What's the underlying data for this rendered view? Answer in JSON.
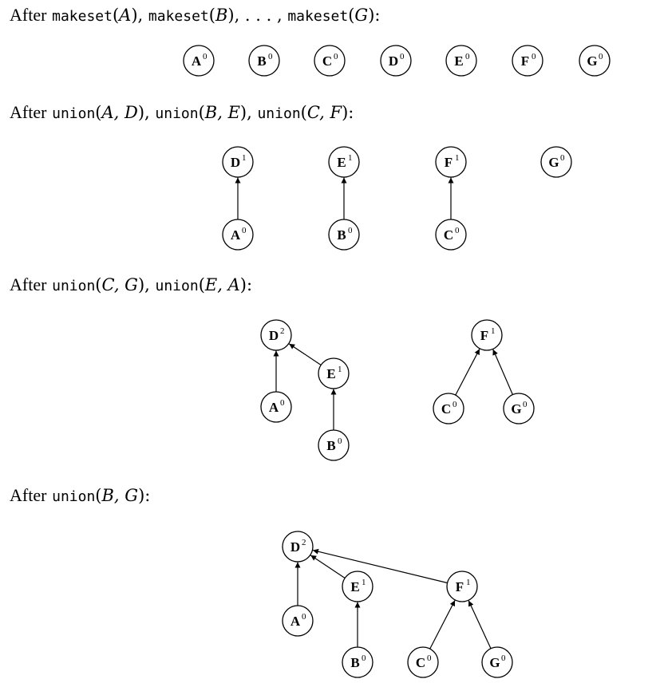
{
  "captions": [
    {
      "after": "After",
      "parts": [
        {
          "k": "tt",
          "t": "makeset"
        },
        {
          "k": "rm",
          "t": "("
        },
        {
          "k": "it",
          "t": "A"
        },
        {
          "k": "rm",
          "t": "), "
        },
        {
          "k": "tt",
          "t": "makeset"
        },
        {
          "k": "rm",
          "t": "("
        },
        {
          "k": "it",
          "t": "B"
        },
        {
          "k": "rm",
          "t": "), . . . , "
        },
        {
          "k": "tt",
          "t": "makeset"
        },
        {
          "k": "rm",
          "t": "("
        },
        {
          "k": "it",
          "t": "G"
        },
        {
          "k": "rm",
          "t": "):"
        }
      ]
    },
    {
      "after": "After",
      "parts": [
        {
          "k": "tt",
          "t": "union"
        },
        {
          "k": "rm",
          "t": "("
        },
        {
          "k": "it",
          "t": "A, D"
        },
        {
          "k": "rm",
          "t": "), "
        },
        {
          "k": "tt",
          "t": "union"
        },
        {
          "k": "rm",
          "t": "("
        },
        {
          "k": "it",
          "t": "B, E"
        },
        {
          "k": "rm",
          "t": "), "
        },
        {
          "k": "tt",
          "t": "union"
        },
        {
          "k": "rm",
          "t": "("
        },
        {
          "k": "it",
          "t": "C, F"
        },
        {
          "k": "rm",
          "t": "):"
        }
      ]
    },
    {
      "after": "After",
      "parts": [
        {
          "k": "tt",
          "t": "union"
        },
        {
          "k": "rm",
          "t": "("
        },
        {
          "k": "it",
          "t": "C, G"
        },
        {
          "k": "rm",
          "t": "), "
        },
        {
          "k": "tt",
          "t": "union"
        },
        {
          "k": "rm",
          "t": "("
        },
        {
          "k": "it",
          "t": "E, A"
        },
        {
          "k": "rm",
          "t": "):"
        }
      ]
    },
    {
      "after": "After",
      "parts": [
        {
          "k": "tt",
          "t": "union"
        },
        {
          "k": "rm",
          "t": "("
        },
        {
          "k": "it",
          "t": "B, G"
        },
        {
          "k": "rm",
          "t": "):"
        }
      ]
    }
  ],
  "stages": [
    {
      "nodes": [
        {
          "id": "A",
          "label": "A",
          "rank": "0"
        },
        {
          "id": "B",
          "label": "B",
          "rank": "0"
        },
        {
          "id": "C",
          "label": "C",
          "rank": "0"
        },
        {
          "id": "D",
          "label": "D",
          "rank": "0"
        },
        {
          "id": "E",
          "label": "E",
          "rank": "0"
        },
        {
          "id": "F",
          "label": "F",
          "rank": "0"
        },
        {
          "id": "G",
          "label": "G",
          "rank": "0"
        }
      ],
      "edges": []
    },
    {
      "nodes": [
        {
          "id": "D",
          "label": "D",
          "rank": "1"
        },
        {
          "id": "E",
          "label": "E",
          "rank": "1"
        },
        {
          "id": "F",
          "label": "F",
          "rank": "1"
        },
        {
          "id": "G",
          "label": "G",
          "rank": "0"
        },
        {
          "id": "A",
          "label": "A",
          "rank": "0"
        },
        {
          "id": "B",
          "label": "B",
          "rank": "0"
        },
        {
          "id": "C",
          "label": "C",
          "rank": "0"
        }
      ],
      "edges": [
        {
          "from": "A",
          "to": "D"
        },
        {
          "from": "B",
          "to": "E"
        },
        {
          "from": "C",
          "to": "F"
        }
      ]
    },
    {
      "nodes": [
        {
          "id": "D",
          "label": "D",
          "rank": "2"
        },
        {
          "id": "E",
          "label": "E",
          "rank": "1"
        },
        {
          "id": "A",
          "label": "A",
          "rank": "0"
        },
        {
          "id": "B",
          "label": "B",
          "rank": "0"
        },
        {
          "id": "F",
          "label": "F",
          "rank": "1"
        },
        {
          "id": "C",
          "label": "C",
          "rank": "0"
        },
        {
          "id": "G",
          "label": "G",
          "rank": "0"
        }
      ],
      "edges": [
        {
          "from": "A",
          "to": "D"
        },
        {
          "from": "E",
          "to": "D"
        },
        {
          "from": "B",
          "to": "E"
        },
        {
          "from": "C",
          "to": "F"
        },
        {
          "from": "G",
          "to": "F"
        }
      ]
    },
    {
      "nodes": [
        {
          "id": "D",
          "label": "D",
          "rank": "2"
        },
        {
          "id": "E",
          "label": "E",
          "rank": "1"
        },
        {
          "id": "F",
          "label": "F",
          "rank": "1"
        },
        {
          "id": "A",
          "label": "A",
          "rank": "0"
        },
        {
          "id": "B",
          "label": "B",
          "rank": "0"
        },
        {
          "id": "C",
          "label": "C",
          "rank": "0"
        },
        {
          "id": "G",
          "label": "G",
          "rank": "0"
        }
      ],
      "edges": [
        {
          "from": "A",
          "to": "D"
        },
        {
          "from": "E",
          "to": "D"
        },
        {
          "from": "F",
          "to": "D"
        },
        {
          "from": "B",
          "to": "E"
        },
        {
          "from": "C",
          "to": "F"
        },
        {
          "from": "G",
          "to": "F"
        }
      ]
    }
  ]
}
